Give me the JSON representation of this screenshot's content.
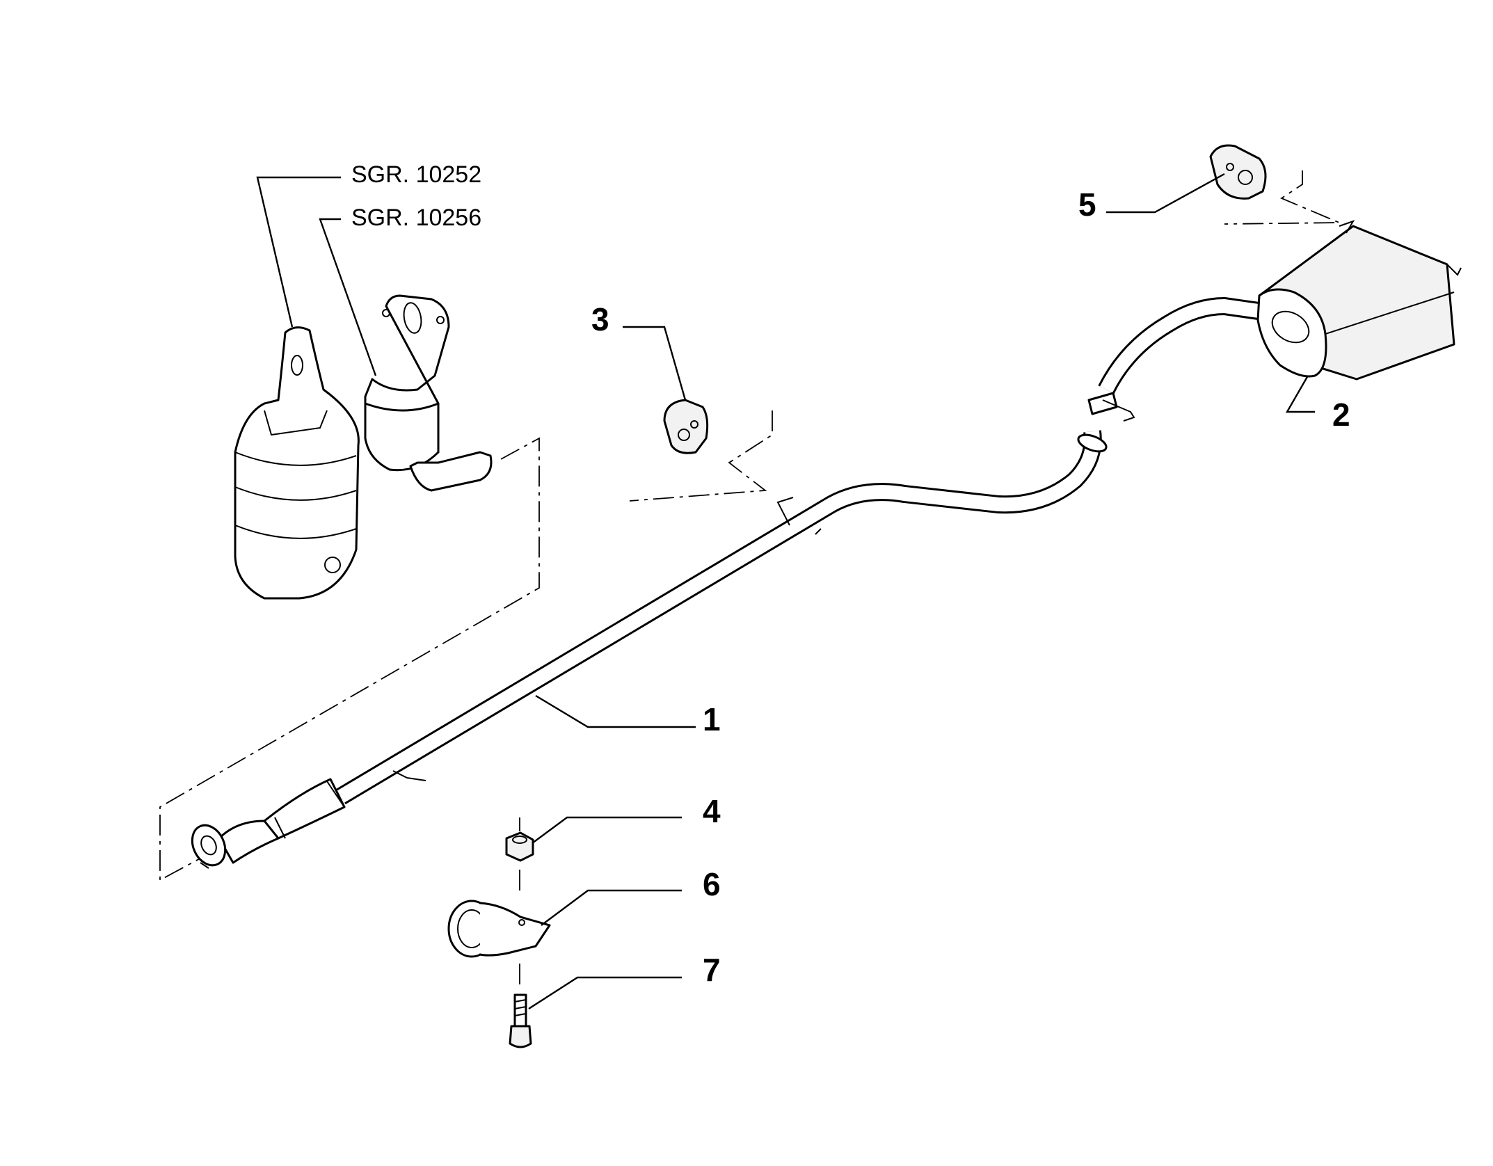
{
  "callouts": {
    "c1": "1",
    "c2": "2",
    "c3": "3",
    "c4": "4",
    "c5": "5",
    "c6": "6",
    "c7": "7"
  },
  "references": {
    "ref_a": "SGR. 10252",
    "ref_b": "SGR. 10256"
  }
}
